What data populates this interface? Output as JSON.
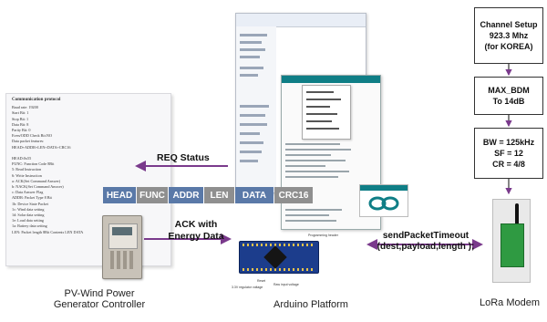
{
  "document": {
    "title": "Communication protocol",
    "lines": [
      "Baud rate:        19200",
      "Start Bit:          1",
      "Stop Bit:           1",
      "Data Bit:           8",
      "Parity Bit:         0",
      "Even/ODD Check Bit:NO",
      "Data packet features:",
      "HEAD+ADDR+LEN+DATA+CRC16",
      "",
      "HEAD:0x55",
      "FUNC: Function Code  8Bit",
      "  5: Read Instruction",
      "  6: Write Instruction",
      "  a: ACK(Set Command Answer)",
      "  b: NACK(Set Command Answer)",
      "  c: Data Answer Flag",
      "ADDR: Packet Type 8 Bit",
      "  1b: Device State Packet",
      "  1c: Wind data setting",
      "  1d: Solar data setting",
      "  1e: Load data setting",
      "  1a: Battery data setting",
      "LEN: Packet length 8Bit    Contents  LEN  DATA"
    ]
  },
  "labels": {
    "req_status": "REQ Status",
    "ack_line1": "ACK with",
    "ack_line2": "Energy Data",
    "send_line1": "sendPacketTimeout",
    "send_line2": "(dest,payload,length );"
  },
  "packet_fields": [
    {
      "label": "HEAD",
      "color": "#5a79a8"
    },
    {
      "label": "FUNC",
      "color": "#8f8f8f"
    },
    {
      "label": "ADDR",
      "color": "#5a79a8"
    },
    {
      "label": "LEN",
      "color": "#8f8f8f"
    },
    {
      "label": "DATA",
      "color": "#5a79a8"
    },
    {
      "label": "CRC16",
      "color": "#8f8f8f"
    }
  ],
  "captions": {
    "controller_line1": "PV-Wind Power",
    "controller_line2": "Generator Controller",
    "arduino": "Arduino Platform",
    "modem": "LoRa Modem"
  },
  "board_annotations": {
    "programming_header": "Programming header",
    "regulator": "3.3V regulator voltage",
    "reset": "Reset",
    "raw_input": "Raw input voltage"
  },
  "config_boxes": [
    {
      "lines": [
        "Channel Setup",
        "923.3 Mhz",
        "(for KOREA)"
      ]
    },
    {
      "lines": [
        "MAX_BDM",
        "To 14dB"
      ]
    },
    {
      "lines": [
        "BW = 125kHz",
        "SF = 12",
        "CR = 4/8"
      ]
    }
  ],
  "colors": {
    "arrow": "#7a3a8c",
    "packet_blue": "#5a79a8",
    "packet_gray": "#8f8f8f"
  }
}
